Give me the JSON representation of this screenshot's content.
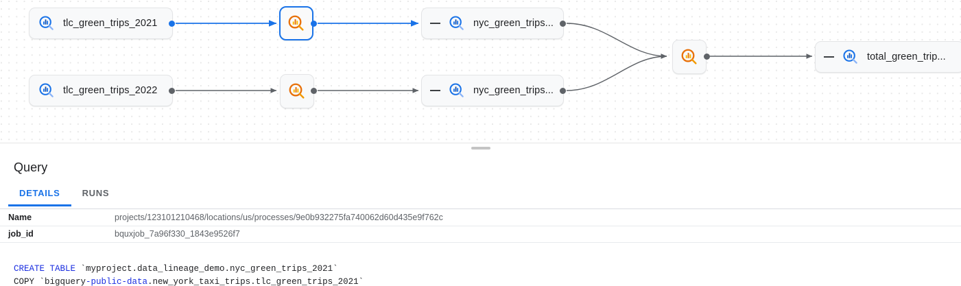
{
  "graph": {
    "nodes": [
      {
        "id": "tlc2021",
        "kind": "table",
        "label": "tlc_green_trips_2021",
        "icon": "bigquery-table-search-icon",
        "collapsible": false,
        "selected": false
      },
      {
        "id": "tlc2022",
        "kind": "table",
        "label": "tlc_green_trips_2022",
        "icon": "bigquery-table-search-icon",
        "collapsible": false,
        "selected": false
      },
      {
        "id": "proc1",
        "kind": "process",
        "label": "",
        "icon": "lineage-process-search-icon",
        "selected": true
      },
      {
        "id": "proc2",
        "kind": "process",
        "label": "",
        "icon": "lineage-process-search-icon",
        "selected": false
      },
      {
        "id": "nyc2021",
        "kind": "table",
        "label": "nyc_green_trips...",
        "icon": "bigquery-table-search-icon",
        "collapsible": true,
        "selected": false
      },
      {
        "id": "nyc2022",
        "kind": "table",
        "label": "nyc_green_trips...",
        "icon": "bigquery-table-search-icon",
        "collapsible": true,
        "selected": false
      },
      {
        "id": "proc3",
        "kind": "process",
        "label": "",
        "icon": "lineage-process-search-icon",
        "selected": false
      },
      {
        "id": "total",
        "kind": "table",
        "label": "total_green_trip...",
        "icon": "bigquery-table-search-icon",
        "collapsible": true,
        "selected": false
      }
    ],
    "colors": {
      "selected_edge": "#1a73e8",
      "edge": "#5f6368",
      "table_icon": "#1a73e8",
      "process_icon": "#ea8600",
      "node_bg": "#f8f9fa"
    }
  },
  "panel": {
    "title": "Query",
    "tabs": [
      {
        "label": "DETAILS",
        "active": true
      },
      {
        "label": "RUNS",
        "active": false
      }
    ],
    "details": [
      {
        "key": "Name",
        "value": "projects/123101210468/locations/us/processes/9e0b932275fa740062d60d435e9f762c"
      },
      {
        "key": "job_id",
        "value": "bquxjob_7a96f330_1843e9526f7"
      }
    ],
    "sql": {
      "line1_kw": "CREATE TABLE",
      "line1_rest": " `myproject.data_lineage_demo.nyc_green_trips_2021`",
      "line2_pre": "COPY `bigquery",
      "line2_kw": "-public-data",
      "line2_rest": ".new_york_taxi_trips.tlc_green_trips_2021`"
    }
  }
}
